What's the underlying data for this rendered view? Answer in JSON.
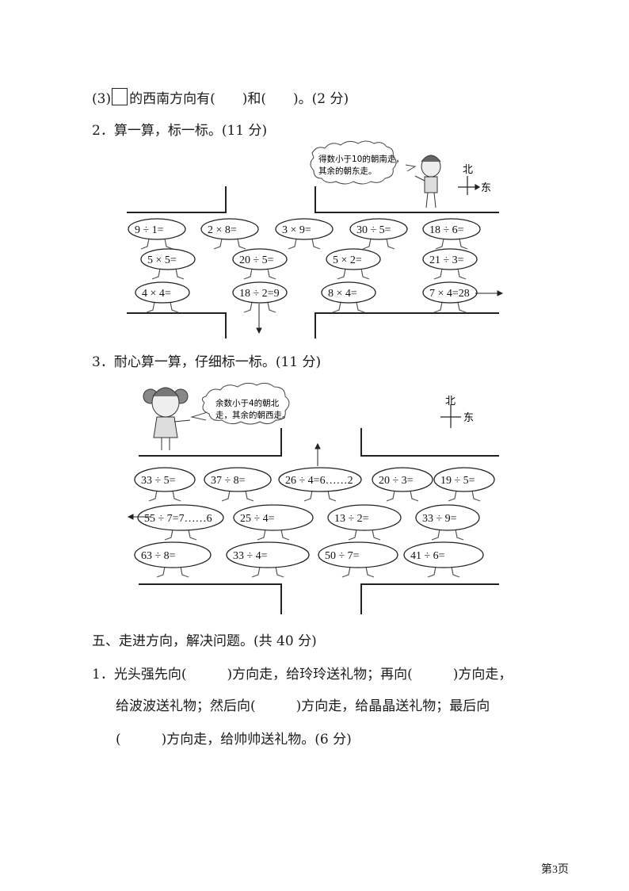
{
  "q3_part": {
    "num": "(3)",
    "text": "的西南方向有(　　)和(　　)。(2 分)"
  },
  "q2": {
    "title": "2．算一算，标一标。(11 分)",
    "bubble_l1": "得数小于10的朝南走，",
    "bubble_l2": "其余的朝东走。",
    "north": "北",
    "east": "东",
    "eq_row1": [
      "9 ÷ 1=",
      "2 × 8=",
      "3 × 9=",
      "30 ÷ 5=",
      "18 ÷ 6="
    ],
    "eq_row2": [
      "5 × 5=",
      "20 ÷ 5=",
      "5 × 2=",
      "21 ÷ 3="
    ],
    "eq_row3": [
      "4 × 4=",
      "18 ÷ 2=9",
      "8 × 4=",
      "7 × 4=28"
    ]
  },
  "q3": {
    "title": "3．耐心算一算，仔细标一标。(11 分)",
    "bubble_l1": "余数小于4的朝北",
    "bubble_l2": "走，其余的朝西走。",
    "north": "北",
    "east": "东",
    "eq_row1": [
      "33 ÷ 5=",
      "37 ÷ 8=",
      "26 ÷ 4=6……2",
      "20 ÷ 3=",
      "19 ÷ 5="
    ],
    "eq_row2": [
      "55 ÷ 7=7……6",
      "25 ÷ 4=",
      "13 ÷ 2=",
      "33 ÷ 9="
    ],
    "eq_row3": [
      "63 ÷ 8=",
      "33 ÷ 4=",
      "50 ÷ 7=",
      "41 ÷ 6="
    ]
  },
  "section5": {
    "title": "五、走进方向，解决问题。(共 40 分)",
    "l1": "1．光头强先向(　　　)方向走，给玲玲送礼物；再向(　　　)方向走，",
    "l2": "给波波送礼物；然后向(　　　)方向走，给晶晶送礼物；最后向",
    "l3": "(　　　)方向走，给帅帅送礼物。(6 分)"
  },
  "page": {
    "number": "第3页"
  }
}
